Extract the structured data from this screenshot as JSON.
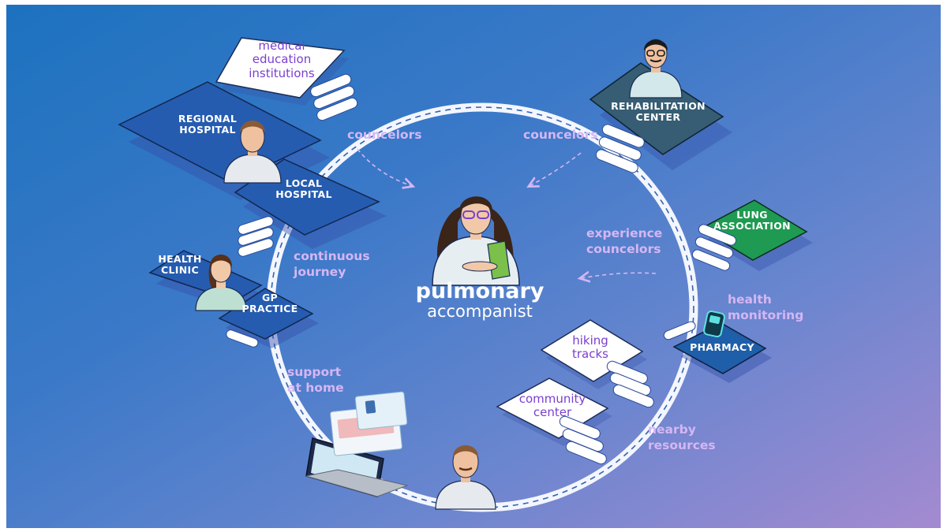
{
  "title": {
    "main": "pulmonary",
    "sub": "accompanist"
  },
  "places": {
    "medical_education": "medical\neducation\ninstitutions",
    "regional_hospital": "REGIONAL\nHOSPITAL",
    "local_hospital": "LOCAL\nHOSPITAL",
    "health_clinic": "HEALTH\nCLINIC",
    "gp_practice": "GP\nPRACTICE",
    "rehabilitation_center": "REHABILITATION\nCENTER",
    "lung_association": "LUNG\nASSOCIATION",
    "pharmacy": "PHARMACY",
    "hiking_tracks": "hiking\ntracks",
    "community_center": "community\ncenter"
  },
  "flows": {
    "councelors_left": "councelors",
    "councelors_right": "councelors",
    "experience_councelors": "experience\ncouncelors",
    "continuous_journey": "continuous\njourney",
    "health_monitoring": "health\nmonitoring",
    "support_at_home": "support\nat home",
    "nearby_resources": "nearby\nresources"
  },
  "colors": {
    "hospital_blue": "#255cb0",
    "rehab_slate": "#365d73",
    "lung_green": "#1f9a52",
    "pharmacy_blue": "#1f5ea8",
    "white_tile": "#ffffff",
    "purple_text": "#7a3fd0",
    "flow_text": "#d6b6f4"
  }
}
